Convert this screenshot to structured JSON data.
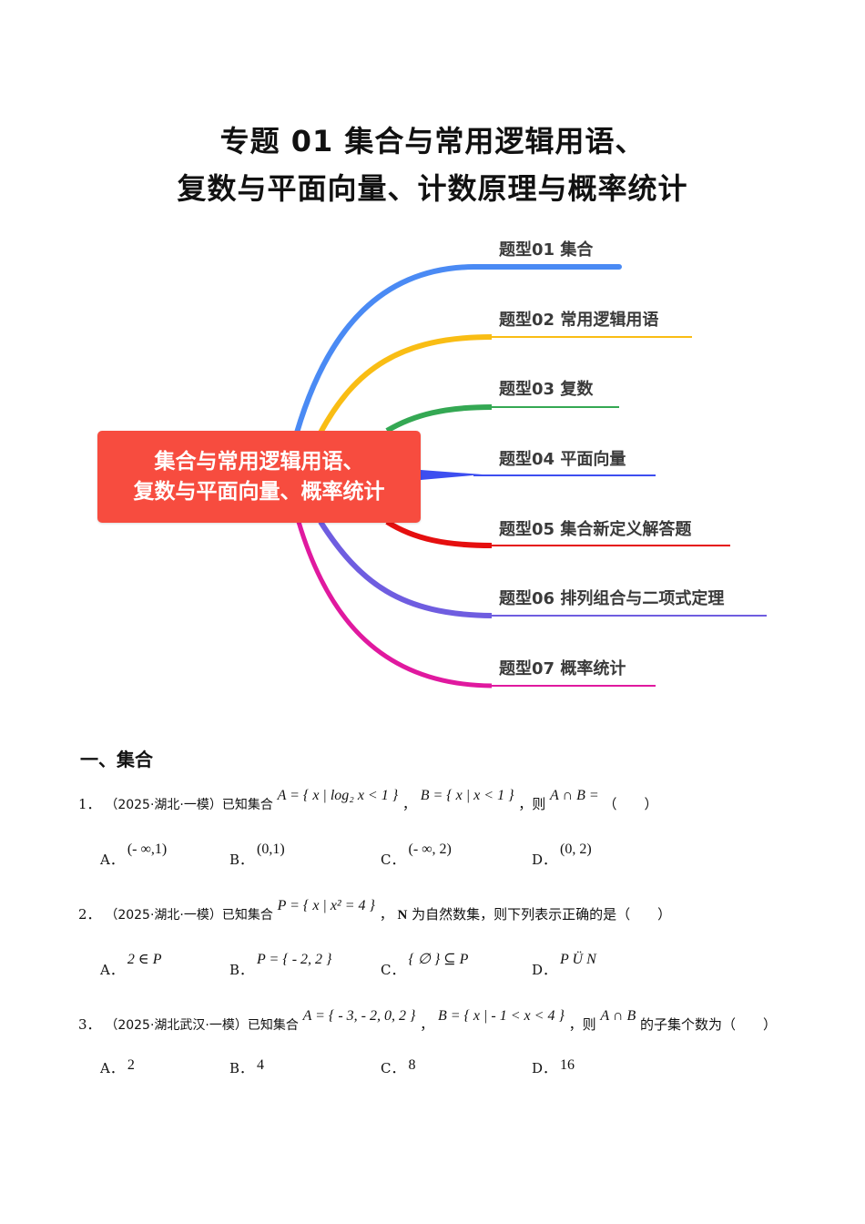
{
  "document": {
    "title_line1": "专题 01 集合与常用逻辑用语、",
    "title_line2": "复数与平面向量、计数原理与概率统计"
  },
  "mindmap": {
    "center": {
      "line1": "集合与常用逻辑用语、",
      "line2": "复数与平面向量、概率统计",
      "color": "#f74c3f"
    },
    "branches": [
      {
        "label": "题型01 集合",
        "color": "#4a8af4"
      },
      {
        "label": "题型02 常用逻辑用语",
        "color": "#f9bd14"
      },
      {
        "label": "题型03 复数",
        "color": "#34a853"
      },
      {
        "label": "题型04 平面向量",
        "color": "#3d4ef0"
      },
      {
        "label": "题型05 集合新定义解答题",
        "color": "#e50f0f"
      },
      {
        "label": "题型06 排列组合与二项式定理",
        "color": "#6f5de0"
      },
      {
        "label": "题型07 概率统计",
        "color": "#e0199f"
      }
    ]
  },
  "section": {
    "heading": "一、集合"
  },
  "questions": [
    {
      "number": "1．",
      "source": "（2025·湖北·一模）已知集合",
      "math1": "A = { x | log₂ x < 1 }",
      "sep1": "，",
      "math2": "B = { x | x < 1 }",
      "sep2": "，则",
      "math3": "A ∩ B =",
      "tail": "（　　）",
      "options": [
        {
          "letter": "A．",
          "value": "(- ∞,1)"
        },
        {
          "letter": "B．",
          "value": "(0,1)"
        },
        {
          "letter": "C．",
          "value": "(- ∞, 2)"
        },
        {
          "letter": "D．",
          "value": "(0, 2)"
        }
      ]
    },
    {
      "number": "2．",
      "source": "（2025·湖北·一模）已知集合",
      "math1": "P = { x | x² = 4 }",
      "sep1": "，",
      "bold": "N",
      "tail": "为自然数集，则下列表示正确的是（　　）",
      "options": [
        {
          "letter": "A．",
          "value": "2 ∈ P"
        },
        {
          "letter": "B．",
          "value": "P = { - 2, 2 }"
        },
        {
          "letter": "C．",
          "value": "{ ∅ } ⊆ P"
        },
        {
          "letter": "D．",
          "value": "P Ü N"
        }
      ]
    },
    {
      "number": "3．",
      "source": "（2025·湖北武汉·一模）已知集合",
      "math1": "A = { - 3, - 2, 0, 2 }",
      "sep1": "，",
      "math2": "B = { x | - 1 < x < 4 }",
      "sep2": "，则",
      "math3": "A ∩ B",
      "tail": "的子集个数为（　　）",
      "options": [
        {
          "letter": "A．",
          "value": "2"
        },
        {
          "letter": "B．",
          "value": "4"
        },
        {
          "letter": "C．",
          "value": "8"
        },
        {
          "letter": "D．",
          "value": "16"
        }
      ]
    }
  ]
}
